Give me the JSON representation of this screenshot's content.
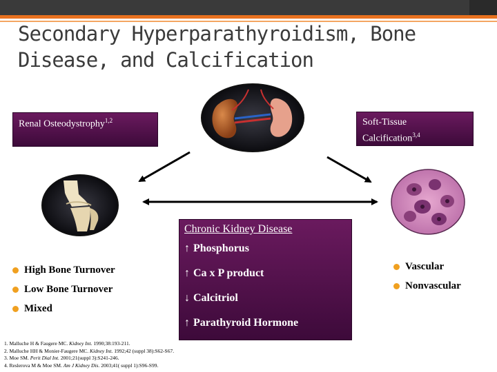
{
  "title": {
    "line1": "Secondary Hyperparathyroidism, Bone",
    "line2": "Disease, and Calcification"
  },
  "renal_box": {
    "label": "Renal Osteodystrophy",
    "sup": "1,2"
  },
  "soft_box": {
    "line1": "Soft-Tissue",
    "line2": "Calcification",
    "sup": "3,4"
  },
  "ckd_box": {
    "title": "Chronic Kidney Disease",
    "items": [
      {
        "arrow": "↑",
        "label": "Phosphorus"
      },
      {
        "arrow": "↑",
        "label": "Ca x P product"
      },
      {
        "arrow": "↓",
        "label": "Calcitriol"
      },
      {
        "arrow": "↑",
        "label": "Parathyroid Hormone"
      }
    ]
  },
  "bone_types": [
    "High Bone Turnover",
    "Low Bone Turnover",
    "Mixed"
  ],
  "calcification_types": [
    "Vascular",
    "Nonvascular"
  ],
  "references": [
    {
      "pre": "1. Malluche H & Faugere MC. ",
      "journal": "Kidney Int.",
      "post": " 1990;38:193-211."
    },
    {
      "pre": "2. Malluche HH & Monier-Faugere MC. ",
      "journal": "Kidney Int.",
      "post": " 1992;42 (suppl 38):S62-S67."
    },
    {
      "pre": "3. Moe SM. ",
      "journal": "Perit Dial Int.",
      "post": " 2001;21(suppl 3):S241-246."
    },
    {
      "pre": "4. Reslerova M & Moe SM. ",
      "journal": "Am J Kidney Dis.",
      "post": " 2003;41( suppl 1):S96-S99."
    }
  ],
  "colors": {
    "accent": "#e8711f",
    "box_purple": "#5a1450",
    "bullet": "#f0a020",
    "title": "#3b3b3b"
  },
  "icons": [
    "kidneys-image",
    "knee-joint-image",
    "tissue-cells-image"
  ]
}
